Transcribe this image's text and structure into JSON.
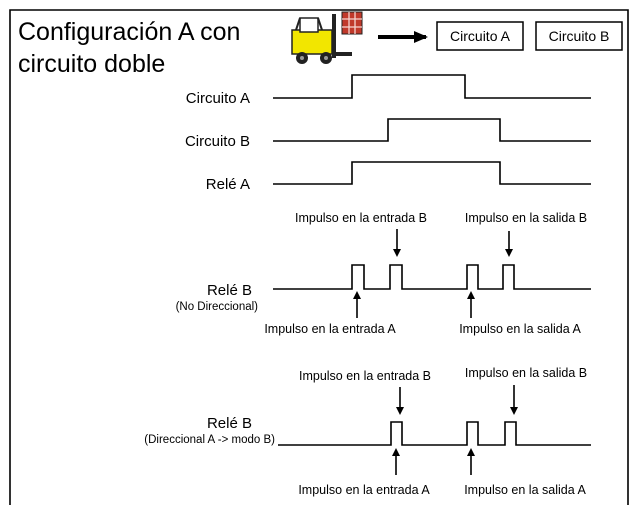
{
  "title": {
    "line1": "Configuración A con",
    "line2": "circuito doble"
  },
  "header": {
    "box_a": "Circuito A",
    "box_b": "Circuito B",
    "icon": "forklift-icon"
  },
  "signals": {
    "circuit_a": "Circuito A",
    "circuit_b": "Circuito B",
    "relay_a": "Relé A",
    "relay_b_nd": "Relé B",
    "relay_b_nd_sub": "(No Direccional)",
    "relay_b_dir": "Relé B",
    "relay_b_dir_sub": "(Direccional A -> modo B)"
  },
  "annotations": {
    "nd_in_b": "Impulso en la entrada B",
    "nd_out_b": "Impulso en la salida B",
    "nd_in_a": "Impulso en la entrada A",
    "nd_out_a": "Impulso en la salida A",
    "dir_in_b": "Impulso en la entrada B",
    "dir_out_b": "Impulso en la salida B",
    "dir_in_a": "Impulso en la entrada A",
    "dir_out_a": "Impulso en la salida A"
  },
  "colors": {
    "forklift_body": "#f2e600",
    "forklift_dark": "#222222",
    "crate": "#c0392b"
  }
}
